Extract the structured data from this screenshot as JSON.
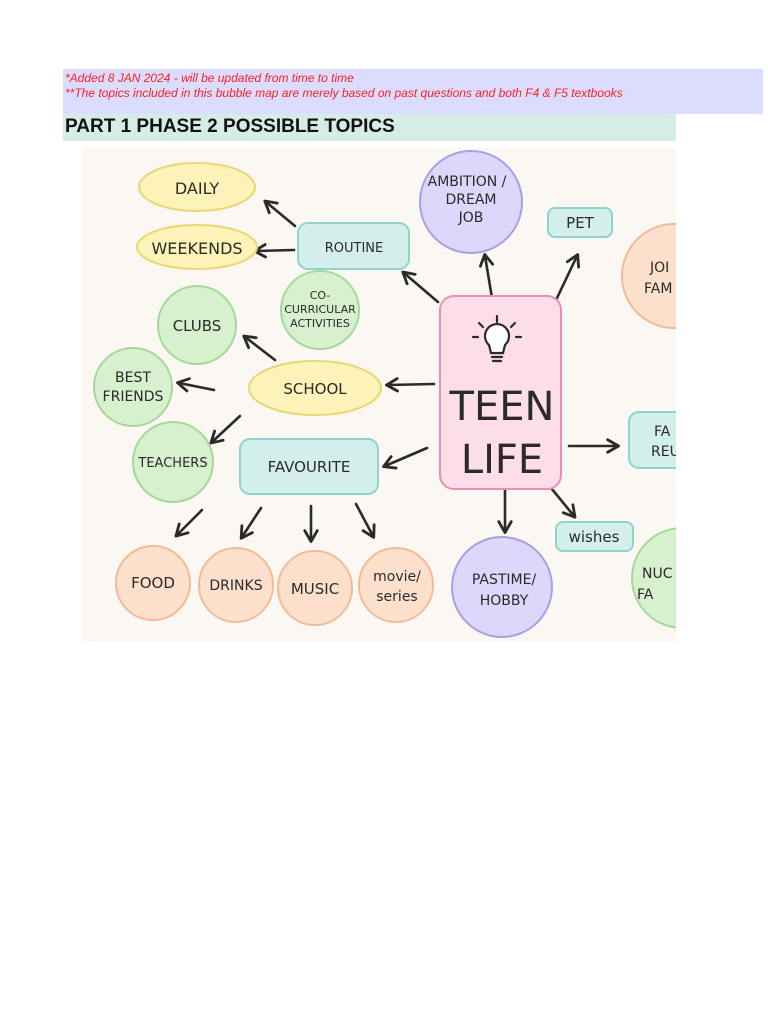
{
  "notes": {
    "line1": "*Added 8 JAN 2024 - will be updated from time to time",
    "line2": "**The topics included in this bubble map are merely based on past questions and both F4 & F5 textbooks"
  },
  "title": "PART 1 PHASE 2 POSSIBLE TOPICS",
  "bubble_map": {
    "center": {
      "line1": "TEEN",
      "line2": "LIFE"
    },
    "nodes": {
      "daily": "DAILY",
      "weekends": "WEEKENDS",
      "routine": "ROUTINE",
      "ambition_l1": "AMBITION /",
      "ambition_l2": "DREAM",
      "ambition_l3": "JOB",
      "pet": "PET",
      "join_l1": "JOI",
      "join_l2": "FAM",
      "clubs": "CLUBS",
      "cocurr_l1": "CO-",
      "cocurr_l2": "CURRICULAR",
      "cocurr_l3": "ACTIVITIES",
      "best_l1": "BEST",
      "best_l2": "FRIENDS",
      "school": "SCHOOL",
      "teachers": "TEACHERS",
      "favourite": "FAVOURITE",
      "fam_l1": "FA",
      "fam_l2": "REU",
      "wishes": "wishes",
      "food": "FOOD",
      "drinks": "DRINKS",
      "music": "MUSIC",
      "movie_l1": "movie/",
      "movie_l2": "series",
      "pastime_l1": "PASTIME/",
      "pastime_l2": "HOBBY",
      "nuclear_l1": "NUC",
      "nuclear_l2": "FA"
    }
  },
  "colors": {
    "yellow": "#fdf3b8",
    "yellow_stroke": "#e9d774",
    "green": "#d7f0cd",
    "green_stroke": "#a6d79a",
    "teal": "#d3efec",
    "teal_stroke": "#8fd3cc",
    "purple": "#dcd7fb",
    "purple_stroke": "#a99fe6",
    "peach": "#fde0cc",
    "peach_stroke": "#f2bb98",
    "pink": "#fcdde9",
    "pink_stroke": "#ec8db5"
  }
}
